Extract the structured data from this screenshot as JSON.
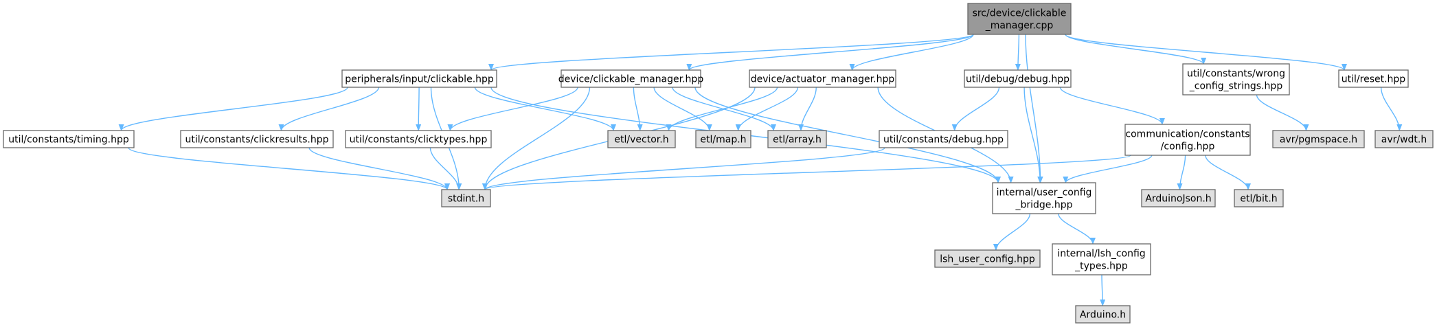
{
  "colors": {
    "edge": "#63b8ff",
    "root_fill": "#999999",
    "file_fill": "#ffffff",
    "external_fill": "#e0e0e0",
    "border": "#666666"
  },
  "nodes": [
    {
      "id": "root",
      "lines": [
        "src/device/clickable",
        "_manager.cpp"
      ],
      "kind": "root"
    },
    {
      "id": "clickable",
      "lines": [
        "peripherals/input/clickable.hpp"
      ],
      "kind": "file"
    },
    {
      "id": "clkmgr",
      "lines": [
        "device/clickable_manager.hpp"
      ],
      "kind": "file"
    },
    {
      "id": "actmgr",
      "lines": [
        "device/actuator_manager.hpp"
      ],
      "kind": "file"
    },
    {
      "id": "debug",
      "lines": [
        "util/debug/debug.hpp"
      ],
      "kind": "file"
    },
    {
      "id": "wrongcfg",
      "lines": [
        "util/constants/wrong",
        "_config_strings.hpp"
      ],
      "kind": "file"
    },
    {
      "id": "reset",
      "lines": [
        "util/reset.hpp"
      ],
      "kind": "file"
    },
    {
      "id": "timing",
      "lines": [
        "util/constants/timing.hpp"
      ],
      "kind": "file"
    },
    {
      "id": "clickresults",
      "lines": [
        "util/constants/clickresults.hpp"
      ],
      "kind": "file"
    },
    {
      "id": "clicktypes",
      "lines": [
        "util/constants/clicktypes.hpp"
      ],
      "kind": "file"
    },
    {
      "id": "vector",
      "lines": [
        "etl/vector.h"
      ],
      "kind": "external"
    },
    {
      "id": "map",
      "lines": [
        "etl/map.h"
      ],
      "kind": "external"
    },
    {
      "id": "array",
      "lines": [
        "etl/array.h"
      ],
      "kind": "external"
    },
    {
      "id": "cdebug",
      "lines": [
        "util/constants/debug.hpp"
      ],
      "kind": "file"
    },
    {
      "id": "commcfg",
      "lines": [
        "communication/constants",
        "/config.hpp"
      ],
      "kind": "file"
    },
    {
      "id": "pgmspace",
      "lines": [
        "avr/pgmspace.h"
      ],
      "kind": "external"
    },
    {
      "id": "wdt",
      "lines": [
        "avr/wdt.h"
      ],
      "kind": "external"
    },
    {
      "id": "stdint",
      "lines": [
        "stdint.h"
      ],
      "kind": "external"
    },
    {
      "id": "bridge",
      "lines": [
        "internal/user_config",
        "_bridge.hpp"
      ],
      "kind": "file"
    },
    {
      "id": "arduinojson",
      "lines": [
        "ArduinoJson.h"
      ],
      "kind": "external"
    },
    {
      "id": "etlbit",
      "lines": [
        "etl/bit.h"
      ],
      "kind": "external"
    },
    {
      "id": "lshuser",
      "lines": [
        "lsh_user_config.hpp"
      ],
      "kind": "external"
    },
    {
      "id": "lshtypes",
      "lines": [
        "internal/lsh_config",
        "_types.hpp"
      ],
      "kind": "file"
    },
    {
      "id": "arduino",
      "lines": [
        "Arduino.h"
      ],
      "kind": "external"
    }
  ],
  "edges": [
    [
      "root",
      "clickable"
    ],
    [
      "root",
      "clkmgr"
    ],
    [
      "root",
      "actmgr"
    ],
    [
      "root",
      "debug"
    ],
    [
      "root",
      "bridge"
    ],
    [
      "root",
      "wrongcfg"
    ],
    [
      "root",
      "reset"
    ],
    [
      "clickable",
      "timing"
    ],
    [
      "clickable",
      "stdint"
    ],
    [
      "clickable",
      "clickresults"
    ],
    [
      "clickable",
      "clicktypes"
    ],
    [
      "clickable",
      "vector"
    ],
    [
      "clickable",
      "bridge"
    ],
    [
      "clkmgr",
      "stdint"
    ],
    [
      "clkmgr",
      "clicktypes"
    ],
    [
      "clkmgr",
      "vector"
    ],
    [
      "clkmgr",
      "map"
    ],
    [
      "clkmgr",
      "array"
    ],
    [
      "clkmgr",
      "bridge"
    ],
    [
      "actmgr",
      "vector"
    ],
    [
      "actmgr",
      "map"
    ],
    [
      "actmgr",
      "array"
    ],
    [
      "actmgr",
      "stdint"
    ],
    [
      "actmgr",
      "bridge"
    ],
    [
      "debug",
      "cdebug"
    ],
    [
      "debug",
      "commcfg"
    ],
    [
      "debug",
      "bridge"
    ],
    [
      "wrongcfg",
      "pgmspace"
    ],
    [
      "reset",
      "wdt"
    ],
    [
      "timing",
      "stdint"
    ],
    [
      "clickresults",
      "stdint"
    ],
    [
      "clicktypes",
      "stdint"
    ],
    [
      "cdebug",
      "stdint"
    ],
    [
      "commcfg",
      "stdint"
    ],
    [
      "commcfg",
      "bridge"
    ],
    [
      "commcfg",
      "arduinojson"
    ],
    [
      "commcfg",
      "etlbit"
    ],
    [
      "bridge",
      "lshuser"
    ],
    [
      "bridge",
      "lshtypes"
    ],
    [
      "lshtypes",
      "arduino"
    ]
  ]
}
